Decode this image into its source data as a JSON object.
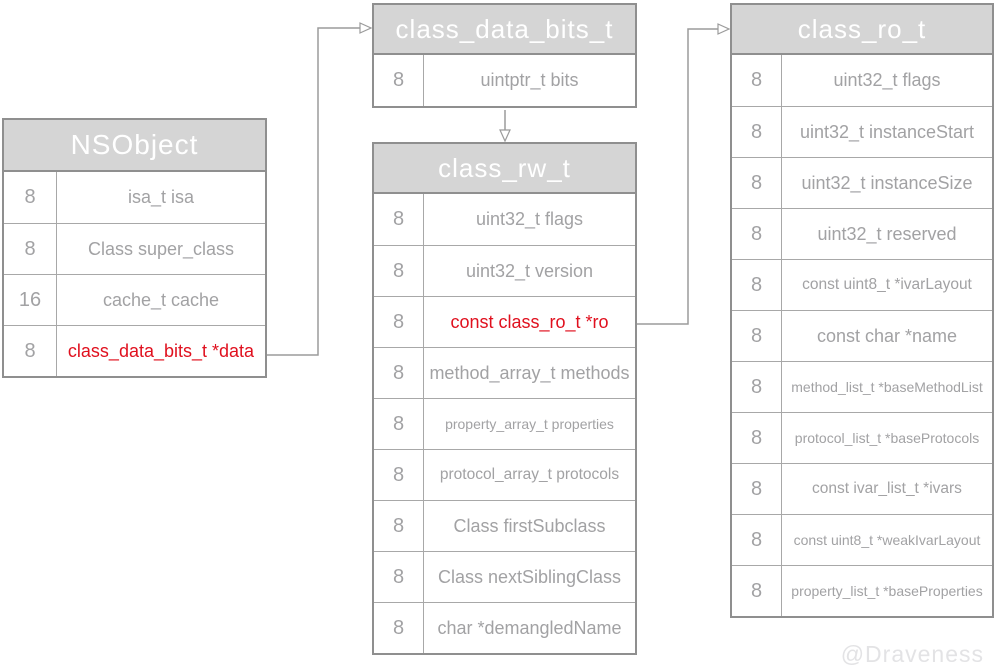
{
  "colors": {
    "header_bg": "#d5d5d5",
    "header_text": "#ffffff",
    "text": "#a2a2a4",
    "border": "#8f8f8f",
    "border_light": "#a8a8a8",
    "highlight": "#e0101e",
    "arrow": "#9b9b9b",
    "watermark": "#e3e3e5"
  },
  "watermark": "@Draveness",
  "tables": {
    "nsobject": {
      "title": "NSObject",
      "rows": [
        {
          "size": "8",
          "field": "isa_t isa"
        },
        {
          "size": "8",
          "field": "Class super_class"
        },
        {
          "size": "16",
          "field": "cache_t cache"
        },
        {
          "size": "8",
          "field": "class_data_bits_t *data",
          "highlight": true
        }
      ]
    },
    "class_data_bits_t": {
      "title": "class_data_bits_t",
      "rows": [
        {
          "size": "8",
          "field": "uintptr_t bits"
        }
      ]
    },
    "class_rw_t": {
      "title": "class_rw_t",
      "rows": [
        {
          "size": "8",
          "field": "uint32_t flags"
        },
        {
          "size": "8",
          "field": "uint32_t version"
        },
        {
          "size": "8",
          "field": "const class_ro_t *ro",
          "highlight": true
        },
        {
          "size": "8",
          "field": "method_array_t methods"
        },
        {
          "size": "8",
          "field": "property_array_t properties"
        },
        {
          "size": "8",
          "field": "protocol_array_t protocols"
        },
        {
          "size": "8",
          "field": "Class firstSubclass"
        },
        {
          "size": "8",
          "field": "Class nextSiblingClass"
        },
        {
          "size": "8",
          "field": "char *demangledName"
        }
      ]
    },
    "class_ro_t": {
      "title": "class_ro_t",
      "rows": [
        {
          "size": "8",
          "field": "uint32_t flags"
        },
        {
          "size": "8",
          "field": "uint32_t instanceStart"
        },
        {
          "size": "8",
          "field": "uint32_t instanceSize"
        },
        {
          "size": "8",
          "field": "uint32_t reserved"
        },
        {
          "size": "8",
          "field": "const uint8_t *ivarLayout"
        },
        {
          "size": "8",
          "field": "const char *name"
        },
        {
          "size": "8",
          "field": "method_list_t *baseMethodList"
        },
        {
          "size": "8",
          "field": "protocol_list_t *baseProtocols"
        },
        {
          "size": "8",
          "field": "const ivar_list_t *ivars"
        },
        {
          "size": "8",
          "field": "const uint8_t *weakIvarLayout"
        },
        {
          "size": "8",
          "field": "property_list_t *baseProperties"
        }
      ]
    }
  },
  "connections": [
    {
      "from": "NSObject.class_data_bits_t *data",
      "to": "class_data_bits_t"
    },
    {
      "from": "class_data_bits_t.uintptr_t bits",
      "to": "class_rw_t"
    },
    {
      "from": "class_rw_t.const class_ro_t *ro",
      "to": "class_ro_t"
    }
  ]
}
